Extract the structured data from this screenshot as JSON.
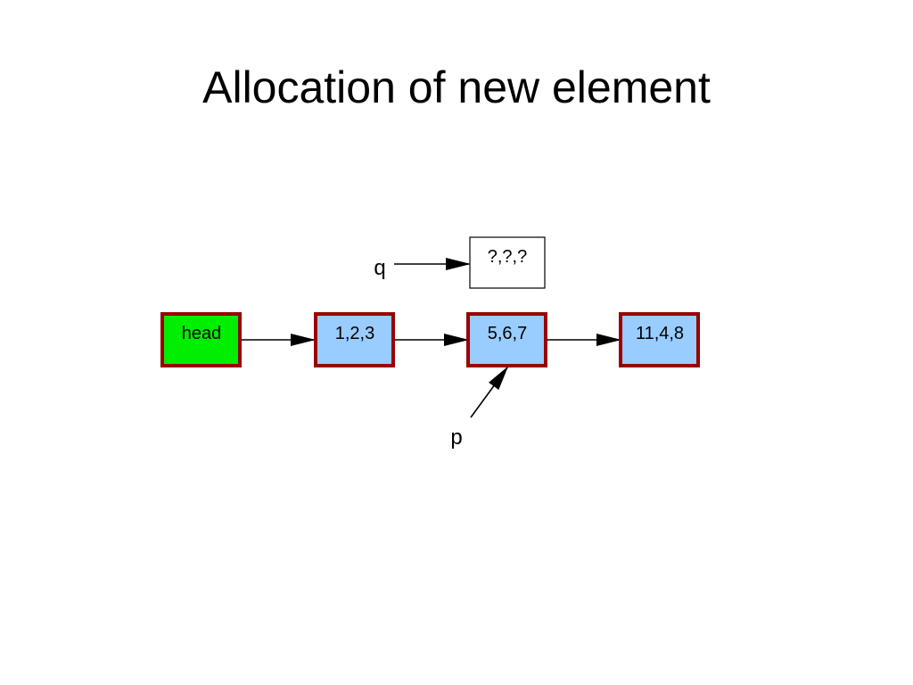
{
  "slide": {
    "title": "Allocation of new element"
  },
  "diagram": {
    "colors": {
      "head_fill": "#00ee00",
      "node_fill": "#99ccff",
      "node_border": "#990000",
      "new_node_fill": "#ffffff",
      "new_node_border": "#000000",
      "arrow": "#000000"
    },
    "nodes": [
      {
        "id": "head",
        "label": "head"
      },
      {
        "id": "n1",
        "label": "1,2,3"
      },
      {
        "id": "n2",
        "label": "5,6,7"
      },
      {
        "id": "n3",
        "label": "11,4,8"
      },
      {
        "id": "new",
        "label": "?,?,?"
      }
    ],
    "pointers": [
      {
        "id": "q",
        "label": "q",
        "target": "new"
      },
      {
        "id": "p",
        "label": "p",
        "target": "n2"
      }
    ],
    "links": [
      {
        "from": "head",
        "to": "n1"
      },
      {
        "from": "n1",
        "to": "n2"
      },
      {
        "from": "n2",
        "to": "n3"
      }
    ]
  }
}
